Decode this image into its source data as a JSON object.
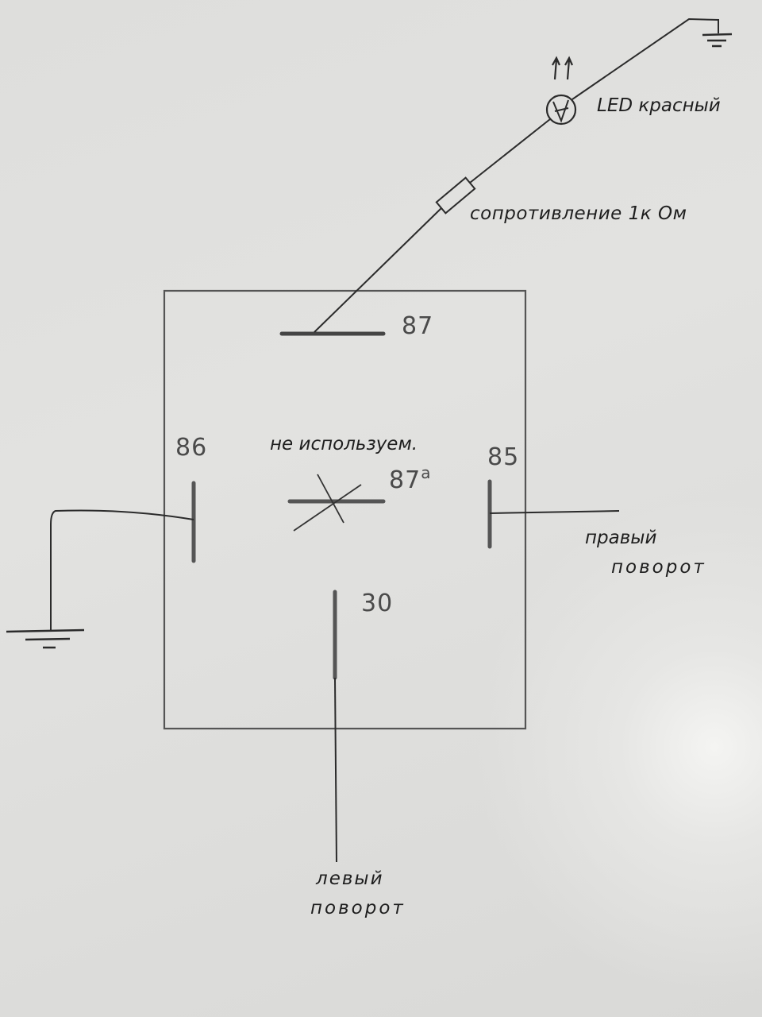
{
  "pins": {
    "p87": "87",
    "p87a": "87",
    "p87a_sup": "a",
    "p86": "86",
    "p85": "85",
    "p30": "30"
  },
  "labels": {
    "unused": "не используем.",
    "led": "LED красный",
    "resistor": "сопротивление 1к Ом",
    "right_turn_1": "правый",
    "right_turn_2": "поворот",
    "left_turn_1": "левый",
    "left_turn_2": "поворот"
  },
  "colors": {
    "ink": "#2b2b2b",
    "pencil": "#555555",
    "paper": "#e2e2e0"
  }
}
